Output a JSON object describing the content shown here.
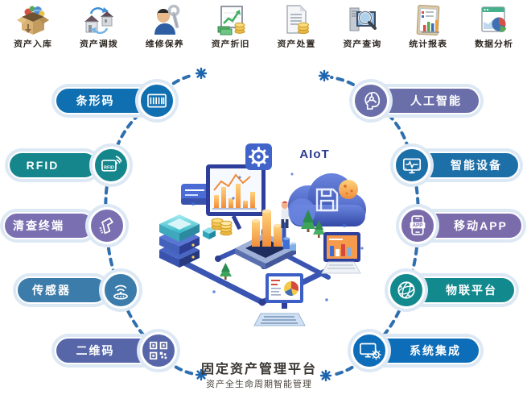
{
  "top_modules": [
    {
      "label": "资产入库",
      "icon": "asset-inbound-box-icon"
    },
    {
      "label": "资产调拨",
      "icon": "asset-transfer-house-icon"
    },
    {
      "label": "维修保养",
      "icon": "repair-worker-wrench-icon"
    },
    {
      "label": "资产折旧",
      "icon": "depreciation-chart-money-icon"
    },
    {
      "label": "资产处置",
      "icon": "disposal-document-coins-icon"
    },
    {
      "label": "资产查询",
      "icon": "query-computer-magnifier-icon"
    },
    {
      "label": "统计报表",
      "icon": "report-clipboard-chart-icon"
    },
    {
      "label": "数据分析",
      "icon": "analysis-window-pie-icon"
    }
  ],
  "left_pills": [
    {
      "label": "条形码",
      "color": "#0f6fb0",
      "icon": "barcode-icon"
    },
    {
      "label": "RFID",
      "color": "#15868b",
      "icon": "rfid-card-icon",
      "icon_text": "RFID"
    },
    {
      "label": "清查终端",
      "color": "#7a6fb0",
      "icon": "handheld-scanner-icon"
    },
    {
      "label": "传感器",
      "color": "#3c7cab",
      "icon": "wireless-sensor-icon"
    },
    {
      "label": "二维码",
      "color": "#5766a8",
      "icon": "qrcode-icon"
    }
  ],
  "right_pills": [
    {
      "label": "人工智能",
      "color": "#6a6fa9",
      "icon": "ai-head-icon"
    },
    {
      "label": "智能设备",
      "color": "#1d6fa8",
      "icon": "smart-device-monitor-icon"
    },
    {
      "label": "移动APP",
      "color": "#7a6cab",
      "icon": "mobile-app-icon",
      "icon_text": "APP"
    },
    {
      "label": "物联平台",
      "color": "#12898d",
      "icon": "iot-globe-icon"
    },
    {
      "label": "系统集成",
      "color": "#0d6db8",
      "icon": "system-integration-icon"
    }
  ],
  "center": {
    "cloud_label": "AIoT"
  },
  "footer": {
    "title": "固定资产管理平台",
    "subtitle": "资产全生命周期智能管理"
  },
  "colors": {
    "arc": "#1e63a8",
    "glow": "#dde8f5",
    "cloud_dark": "#3349a5",
    "cloud_light": "#6b86e0",
    "accent_orange": "#f08c3a"
  }
}
